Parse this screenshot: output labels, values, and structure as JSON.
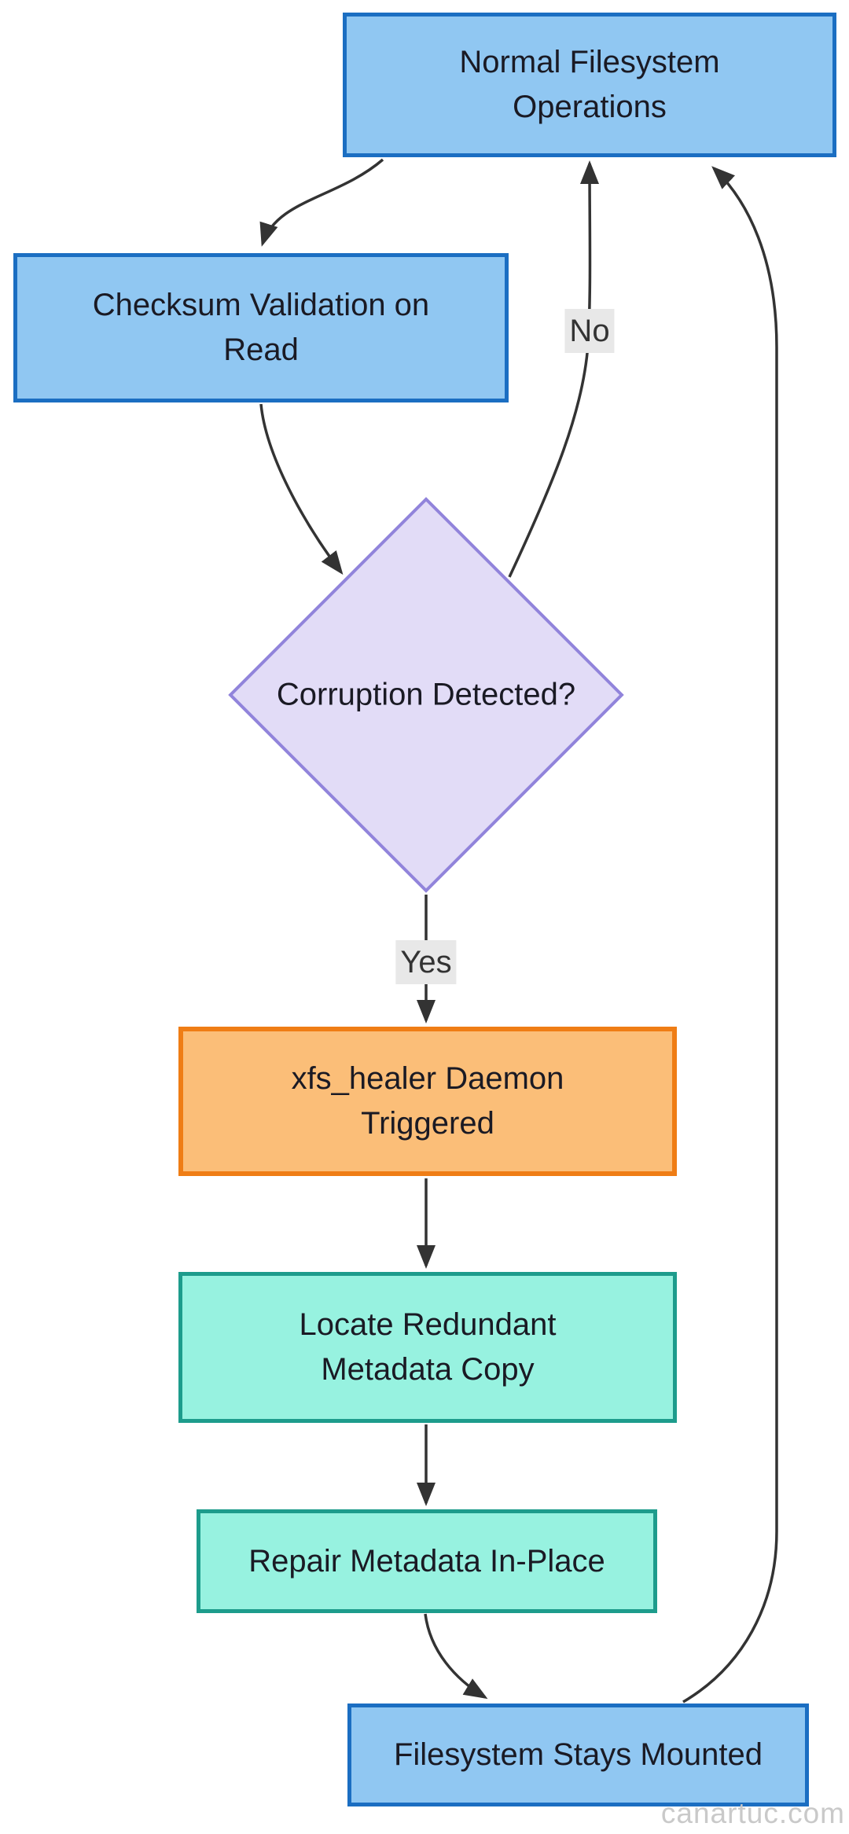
{
  "diagram": {
    "nodes": {
      "normal_ops": {
        "lines": [
          "Normal Filesystem",
          "Operations"
        ],
        "fill": "#90C7F2",
        "stroke": "#1B6EC2"
      },
      "checksum": {
        "lines": [
          "Checksum Validation on",
          "Read"
        ],
        "fill": "#90C7F2",
        "stroke": "#1B6EC2"
      },
      "corruption": {
        "lines": [
          "Corruption Detected?"
        ],
        "fill": "#E2DCF7",
        "stroke": "#9184DB"
      },
      "healer": {
        "lines": [
          "xfs_healer Daemon",
          "Triggered"
        ],
        "fill": "#FBBE78",
        "stroke": "#EF7D15"
      },
      "locate": {
        "lines": [
          "Locate Redundant",
          "Metadata Copy"
        ],
        "fill": "#97F2E0",
        "stroke": "#1D9C8C"
      },
      "repair": {
        "lines": [
          "Repair Metadata In-Place"
        ],
        "fill": "#97F2E0",
        "stroke": "#1D9C8C"
      },
      "mounted": {
        "lines": [
          "Filesystem Stays Mounted"
        ],
        "fill": "#90C7F2",
        "stroke": "#1B6EC2"
      }
    },
    "edges": {
      "yes_label": "Yes",
      "no_label": "No",
      "color": "#333333",
      "label_bg": "#e8e8e8"
    },
    "watermark": "canartuc.com"
  }
}
